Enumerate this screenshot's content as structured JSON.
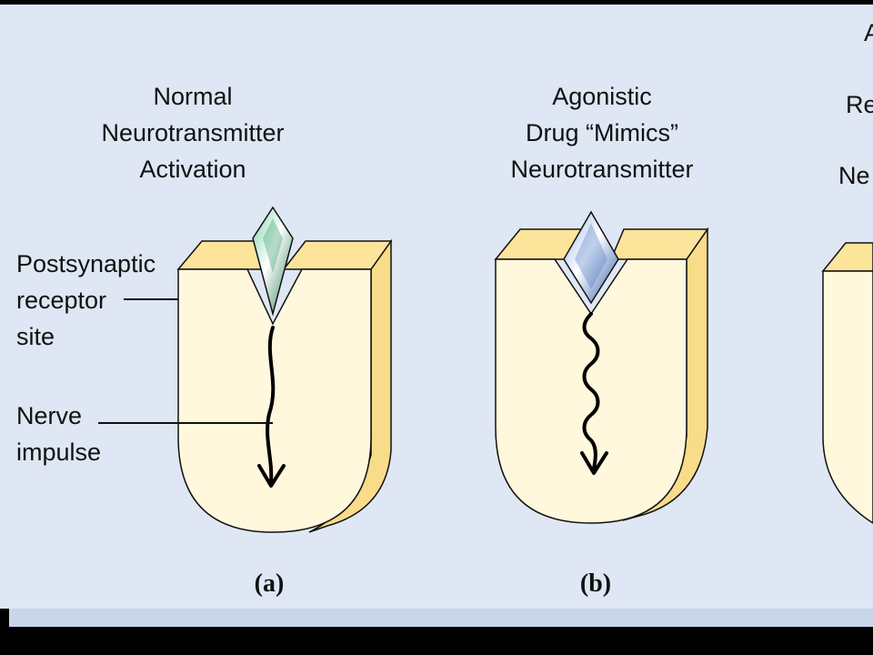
{
  "panels": [
    {
      "title_lines": [
        "Normal",
        "Neurotransmitter",
        "Activation"
      ],
      "letter": "(a)"
    },
    {
      "title_lines": [
        "Agonistic",
        "Drug “Mimics”",
        "Neurotransmitter"
      ],
      "letter": "(b)"
    },
    {
      "title_lines": [
        "A",
        "Re",
        "",
        "Ne"
      ],
      "letter": ""
    }
  ],
  "labels": {
    "receptor_lines": [
      "Postsynaptic",
      "receptor",
      "site"
    ],
    "impulse_lines": [
      "Nerve",
      "impulse"
    ]
  },
  "colors": {
    "background": "#DEE7F3",
    "receptor_face": "#FFF8DC",
    "receptor_top": "#FCE49B",
    "receptor_side": "#F9DC8A",
    "neurotransmitter": "#2E9A6A",
    "drug": "#4A78C2",
    "frame": "#000000"
  }
}
